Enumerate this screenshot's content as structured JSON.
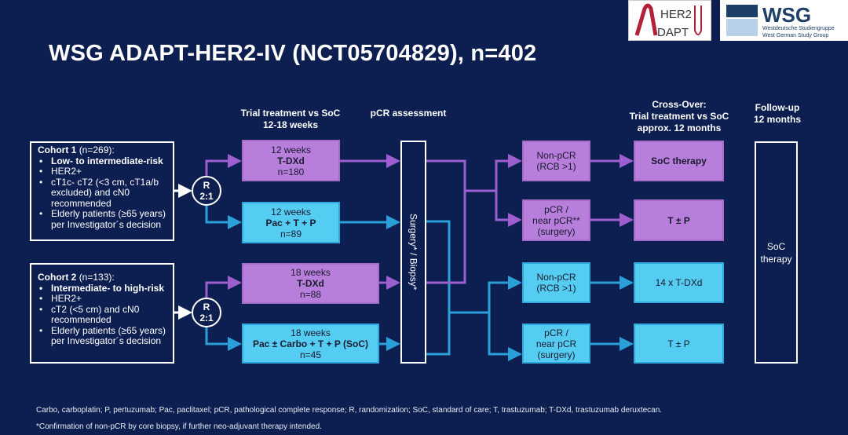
{
  "title": "WSG ADAPT-HER2-IV (NCT05704829), n=402",
  "logos": {
    "adapt": "HER2 ADAPT IV",
    "wsg": "WSG",
    "wsg_sub1": "Westdeutsche Studiengruppe",
    "wsg_sub2": "West German Study Group"
  },
  "headers": {
    "trial": [
      "Trial treatment vs SoC",
      "12-18 weeks"
    ],
    "pcr": "pCR assessment",
    "crossover": [
      "Cross-Over:",
      "Trial treatment vs SoC",
      "approx. 12 months"
    ],
    "followup": [
      "Follow-up",
      "12 months"
    ]
  },
  "cohorts": [
    {
      "name": "Cohort 1",
      "n": "(n=269):",
      "items": [
        "Low- to intermediate-risk",
        "HER2+",
        "cT1c- cT2 (<3 cm, cT1a/b excluded) and cN0 recommended",
        "Elderly patients (≥65 years) per Investigator´s decision"
      ]
    },
    {
      "name": "Cohort 2",
      "n": "(n=133):",
      "items": [
        "Intermediate- to high-risk",
        "HER2+",
        "cT2 (<5 cm) and cN0 recommended",
        "Elderly patients (≥65 years) per Investigator´s decision"
      ]
    }
  ],
  "randomization": {
    "label": "R",
    "ratio": "2:1"
  },
  "arms": [
    {
      "duration": "12 weeks",
      "drug": "T-DXd",
      "n": "n=180"
    },
    {
      "duration": "12 weeks",
      "drug": "Pac + T + P",
      "n": "n=89"
    },
    {
      "duration": "18 weeks",
      "drug": "T-DXd",
      "n": "n=88"
    },
    {
      "duration": "18 weeks",
      "drug": "Pac ± Carbo + T + P (SoC)",
      "n": "n=45"
    }
  ],
  "surgery": "Surgery* / Biopsy*",
  "outcomes": [
    {
      "l1": "Non-pCR",
      "l2": "(RCB >1)",
      "l3": ""
    },
    {
      "l1": "pCR /",
      "l2": "near pCR**",
      "l3": "(surgery)"
    },
    {
      "l1": "Non-pCR",
      "l2": "(RCB >1)",
      "l3": ""
    },
    {
      "l1": "pCR /",
      "l2": "near pCR",
      "l3": "(surgery)"
    }
  ],
  "crossover": [
    "SoC therapy",
    "T ± P",
    "14 x T-DXd",
    "T ± P"
  ],
  "followup": [
    "SoC",
    "therapy"
  ],
  "footnotes": [
    "Carbo, carboplatin; P, pertuzumab; Pac, paclitaxel; pCR, pathological complete response; R, randomization; SoC, standard of care; T, trastuzumab; T-DXd, trastuzumab deruxtecan.",
    "*Confirmation of non-pCR by core biopsy, if further neo-adjuvant therapy intended."
  ],
  "colors": {
    "bg": "#0c1f50",
    "purple": "#b77fdb",
    "blue": "#55cdf3",
    "purple_line": "#9d5fcf",
    "blue_line": "#2a9fd8"
  }
}
